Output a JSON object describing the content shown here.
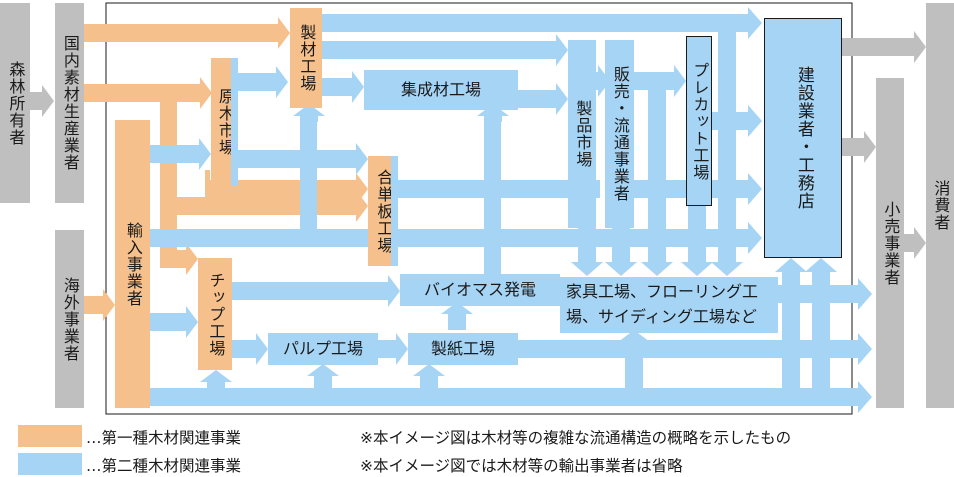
{
  "nodes": {
    "forest_owner": "森林所有者",
    "domestic_producer": "国内素材生産業者",
    "overseas_supplier": "海外事業者",
    "import_business": "輸入事業者",
    "log_market": "原木市場",
    "sawmill": "製材工場",
    "glulam_factory": "集成材工場",
    "plywood_factory": "合単板工場",
    "chip_factory": "チップ工場",
    "pulp_factory": "パルプ工場",
    "paper_mill": "製紙工場",
    "biomass_power": "バイオマス発電",
    "product_market": "製品市場",
    "sales_distribution": "販売・流通事業者",
    "precut_factory": "プレカット工場",
    "builders": "建設業者・工務店",
    "other_factories": "家具工場、フローリング工場、サイディング工場など",
    "retailers": "小売事業者",
    "consumers": "消費者"
  },
  "legend": {
    "first_class": "…第一種木材関連事業",
    "second_class": "…第二種木材関連事業"
  },
  "notes": [
    "※本イメージ図は木材等の複雑な流通構造の概略を示したもの",
    "※本イメージ図では木材等の輸出事業者は省略"
  ],
  "colors": {
    "first_class": "#f5c08c",
    "second_class": "#a6d4f5",
    "producer_gray": "#bfbfbf",
    "arrow_gray": "#bfbfbf"
  }
}
